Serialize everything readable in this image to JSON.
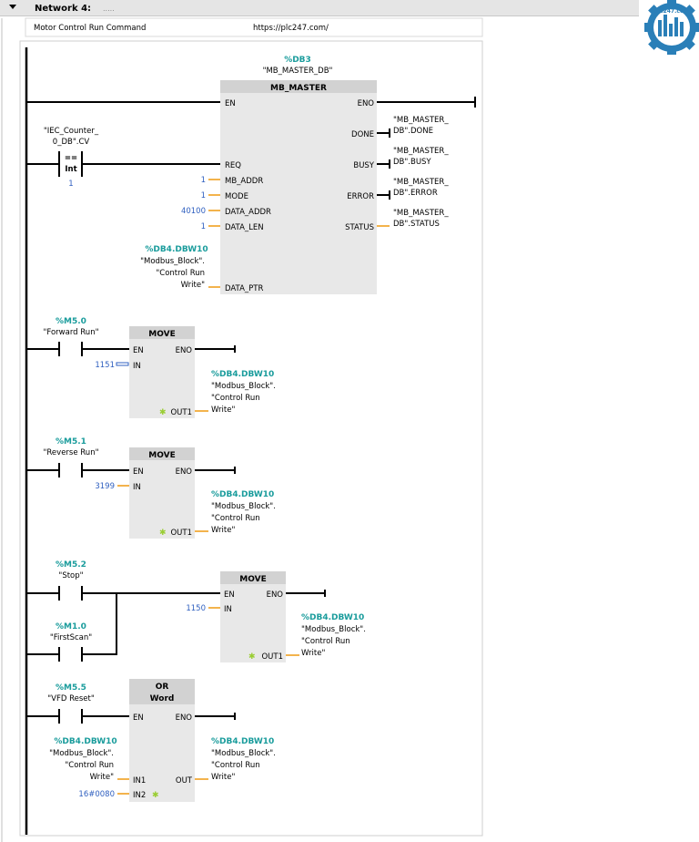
{
  "network": {
    "title": "Network 4:",
    "dots": ".....",
    "comment": "Motor Control Run Command",
    "url": "https://plc247.com/",
    "logo_text": "plc247.com"
  },
  "mb_master": {
    "db_addr": "%DB3",
    "db_name": "\"MB_MASTER_DB\"",
    "title": "MB_MASTER",
    "pins": {
      "en": "EN",
      "eno": "ENO",
      "done": "DONE",
      "req": "REQ",
      "busy": "BUSY",
      "mb_addr": "MB_ADDR",
      "error": "ERROR",
      "mode": "MODE",
      "data_addr": "DATA_ADDR",
      "status": "STATUS",
      "data_len": "DATA_LEN",
      "data_ptr": "DATA_PTR"
    },
    "values": {
      "mb_addr": "1",
      "mode": "1",
      "data_addr": "40100",
      "data_len": "1"
    },
    "outputs": {
      "done_1": "\"MB_MASTER_",
      "done_2": "DB\".DONE",
      "busy_1": "\"MB_MASTER_",
      "busy_2": "DB\".BUSY",
      "error_1": "\"MB_MASTER_",
      "error_2": "DB\".ERROR",
      "status_1": "\"MB_MASTER_",
      "status_2": "DB\".STATUS"
    },
    "data_ptr": {
      "addr": "%DB4.DBW10",
      "l1": "\"Modbus_Block\".",
      "l2": "\"Control Run",
      "l3": "Write\""
    }
  },
  "compare": {
    "operand_1": "\"IEC_Counter_",
    "operand_2": "0_DB\".CV",
    "op": "==",
    "type": "Int",
    "value": "1"
  },
  "rung1": {
    "contact_addr": "%M5.0",
    "contact_name": "\"Forward Run\"",
    "block_title": "MOVE",
    "en": "EN",
    "eno": "ENO",
    "in": "IN",
    "out": "OUT1",
    "in_value": "1151",
    "out_addr": "%DB4.DBW10",
    "out_l1": "\"Modbus_Block\".",
    "out_l2": "\"Control Run",
    "out_l3": "Write\""
  },
  "rung2": {
    "contact_addr": "%M5.1",
    "contact_name": "\"Reverse Run\"",
    "block_title": "MOVE",
    "en": "EN",
    "eno": "ENO",
    "in": "IN",
    "out": "OUT1",
    "in_value": "3199",
    "out_addr": "%DB4.DBW10",
    "out_l1": "\"Modbus_Block\".",
    "out_l2": "\"Control Run",
    "out_l3": "Write\""
  },
  "rung3": {
    "contact_addr": "%M5.2",
    "contact_name": "\"Stop\"",
    "contact2_addr": "%M1.0",
    "contact2_name": "\"FirstScan\"",
    "block_title": "MOVE",
    "en": "EN",
    "eno": "ENO",
    "in": "IN",
    "out": "OUT1",
    "in_value": "1150",
    "out_addr": "%DB4.DBW10",
    "out_l1": "\"Modbus_Block\".",
    "out_l2": "\"Control Run",
    "out_l3": "Write\""
  },
  "rung4": {
    "contact_addr": "%M5.5",
    "contact_name": "\"VFD Reset\"",
    "block_title_1": "OR",
    "block_title_2": "Word",
    "en": "EN",
    "eno": "ENO",
    "in1": "IN1",
    "in2": "IN2",
    "out": "OUT",
    "in1_addr": "%DB4.DBW10",
    "in1_l1": "\"Modbus_Block\".",
    "in1_l2": "\"Control Run",
    "in1_l3": "Write\"",
    "in2_value": "16#0080",
    "out_addr": "%DB4.DBW10",
    "out_l1": "\"Modbus_Block\".",
    "out_l2": "\"Control Run",
    "out_l3": "Write\""
  }
}
